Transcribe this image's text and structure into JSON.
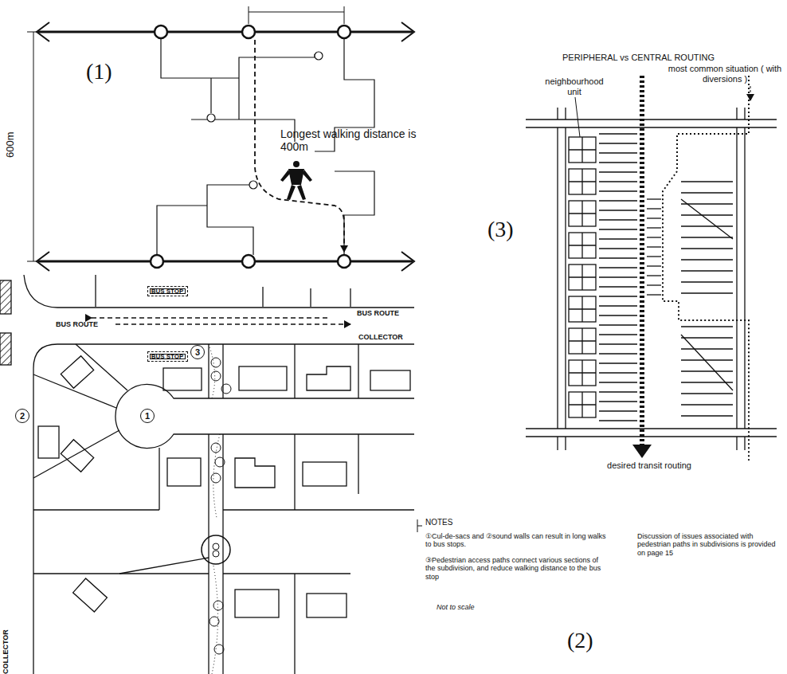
{
  "diagram": {
    "nodes": [
      {
        "text": [
          "BUS STOP"
        ]
      },
      {
        "text": [
          "BUS STOP"
        ]
      },
      {
        "text": [
          "3"
        ]
      },
      {
        "text": [
          "2"
        ]
      },
      {
        "text": [
          "1"
        ]
      }
    ],
    "labels": [
      "600m",
      "(1)",
      "Longest walking distance is 400m",
      "BUS ROUTE",
      "BUS ROUTE",
      "COLLECTOR",
      "COLLECTOR",
      "NOTES",
      "①Cul-de-sacs and ②sound walls can result in long walks to bus stops.",
      "③Pedestrian access paths connect various sections of the subdivision, and reduce walking distance to the bus stop",
      "Not to scale",
      "(2)",
      "Discussion of issues associated with pedestrian paths in subdivisions is provided on page 15",
      "PERIPHERAL vs CENTRAL ROUTING",
      "most common situation ( with diversions )",
      "neighbourhood unit",
      "(3)",
      "desired transit routing"
    ]
  }
}
